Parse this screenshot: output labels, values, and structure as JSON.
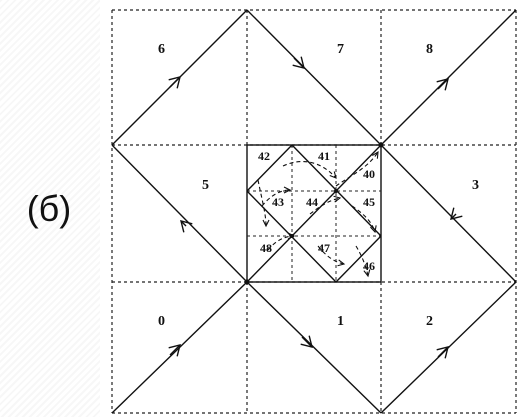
{
  "caption": "(б)",
  "region_labels": {
    "r0": "0",
    "r1": "1",
    "r2": "2",
    "r3": "3",
    "r5": "5",
    "r6": "6",
    "r7": "7",
    "r8": "8"
  },
  "inner_labels": {
    "c40": "40",
    "c41": "41",
    "c42": "42",
    "c43": "43",
    "c44": "44",
    "c45": "45",
    "c46": "46",
    "c47": "47",
    "c48": "48"
  }
}
